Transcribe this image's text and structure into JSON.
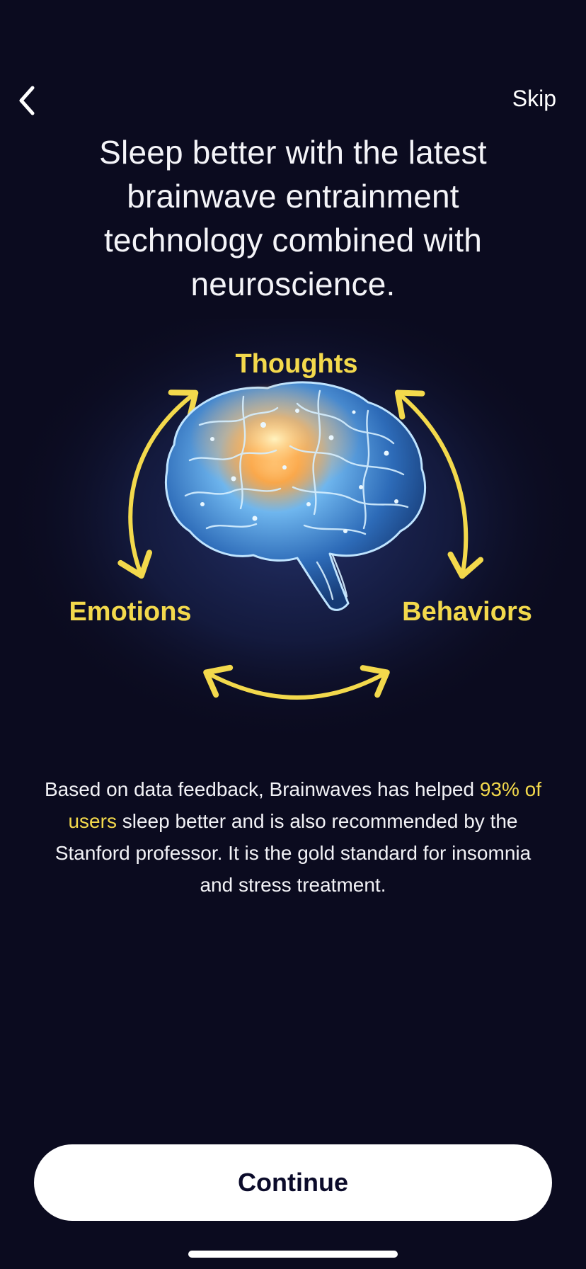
{
  "nav": {
    "back_icon": "chevron-left-icon",
    "skip_label": "Skip"
  },
  "headline": "Sleep better with the latest brainwave entrainment technology combined with neuroscience.",
  "illustration": {
    "image": "glowing-brain-illustration",
    "labels": {
      "top": "Thoughts",
      "left": "Emotions",
      "right": "Behaviors"
    },
    "accent_color": "#f3d94c"
  },
  "description": {
    "part1": "Based on data feedback, Brainwaves has helped ",
    "highlight": "93% of users",
    "part2": " sleep better and is also recommended by the Stanford professor. It is the gold standard for insomnia and stress treatment."
  },
  "continue_label": "Continue",
  "colors": {
    "background": "#0b0b1f",
    "accent": "#f3d94c",
    "button_bg": "#ffffff",
    "button_text": "#0b0b2a"
  }
}
